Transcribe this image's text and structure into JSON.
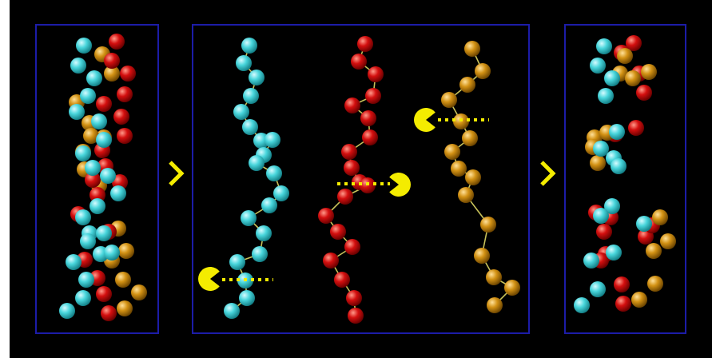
{
  "colors": {
    "background": "#000000",
    "frame": "#1c1ca8",
    "cyan": "#49d6dc",
    "red": "#d40f0f",
    "orange": "#d39214",
    "bond": "#c8c25a",
    "pacman": "#f4ec00",
    "arrow": "#f4ec00"
  },
  "panels": [
    {
      "name": "left-panel-tangled-chains"
    },
    {
      "name": "middle-panel-extended-chains"
    },
    {
      "name": "right-panel-cleaved-fragments"
    }
  ],
  "arrows": [
    "chevron-right-icon",
    "chevron-right-icon"
  ],
  "chains": [
    {
      "name": "cyan-chain",
      "color": "cyan"
    },
    {
      "name": "red-chain",
      "color": "red"
    },
    {
      "name": "orange-chain",
      "color": "orange"
    }
  ],
  "pacmen": [
    {
      "name": "pacman-enzyme-cyan",
      "faces": "right"
    },
    {
      "name": "pacman-enzyme-red",
      "faces": "left"
    },
    {
      "name": "pacman-enzyme-orange",
      "faces": "right"
    }
  ]
}
